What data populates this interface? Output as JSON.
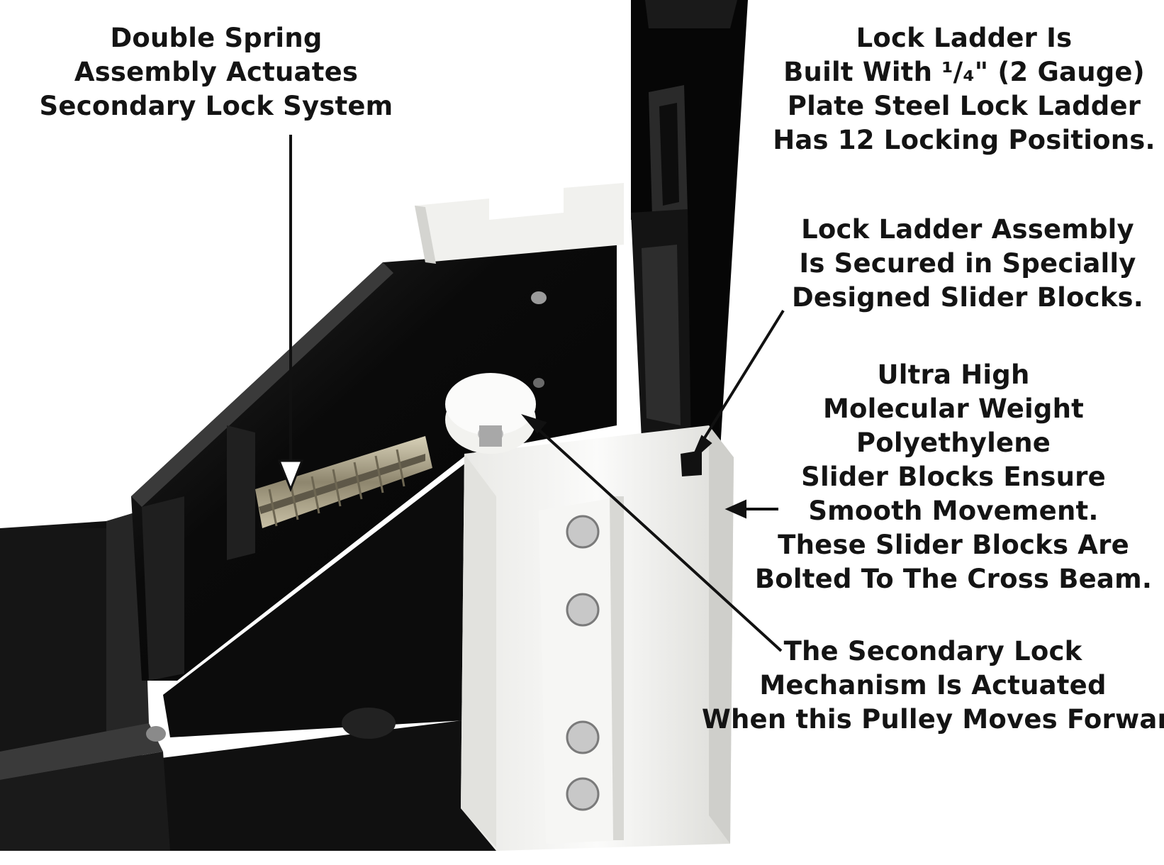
{
  "captions": {
    "spring": {
      "lines": [
        "Double Spring",
        "Assembly Actuates",
        "Secondary Lock System"
      ]
    },
    "ladder": {
      "lines": [
        "Lock Ladder Is",
        "Built With ¹/₄\" (2 Gauge)",
        "Plate Steel Lock Ladder",
        "Has 12 Locking Positions."
      ]
    },
    "assembly": {
      "lines": [
        "Lock Ladder Assembly",
        "Is Secured in Specially",
        "Designed Slider Blocks."
      ]
    },
    "uhmw": {
      "lines": [
        "Ultra High",
        "Molecular Weight",
        "Polyethylene",
        "Slider Blocks Ensure",
        "Smooth Movement.",
        "These Slider Blocks Are",
        "Bolted To The Cross Beam."
      ]
    },
    "pulley": {
      "lines": [
        "The Secondary Lock",
        "Mechanism Is Actuated",
        "When this Pulley Moves Forward"
      ]
    }
  },
  "colors": {
    "steel": "#0d0d0d",
    "uhmw_block": "#f3f3f1",
    "spring": "#b7ae96",
    "caption_text": "#141414"
  },
  "icons": [
    "arrow-down-icon",
    "arrow-left-icon",
    "arrow-diagonal-icon"
  ]
}
